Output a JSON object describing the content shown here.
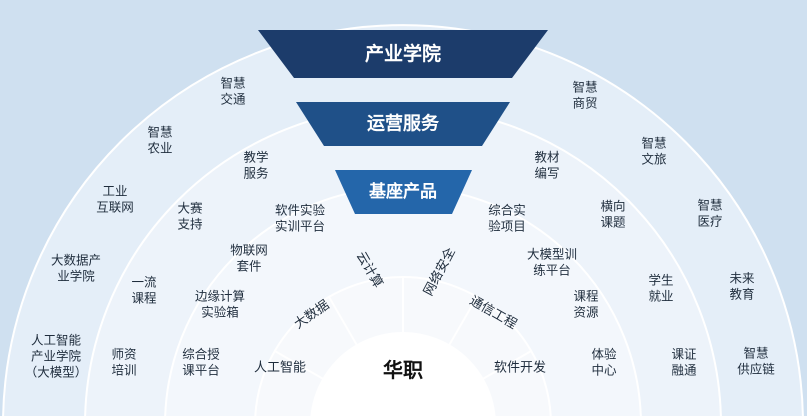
{
  "colors": {
    "background": "#cfe0f0",
    "ring_outer": "#e4eef8",
    "ring_middle": "#edf3fa",
    "ring_inner": "#f3f7fc",
    "core": "#ffffff",
    "label_text": "#1f2d3d",
    "tier_top": "#1c3c6b",
    "tier_mid": "#1f5088",
    "tier_low": "#2466aa"
  },
  "center": {
    "label": "华职"
  },
  "tiers": [
    {
      "label": "产业学院"
    },
    {
      "label": "运营服务"
    },
    {
      "label": "基座产品"
    }
  ],
  "inner_items": [
    {
      "label": "人工智能"
    },
    {
      "label": "大数据"
    },
    {
      "label": "云计算"
    },
    {
      "label": "网络安全"
    },
    {
      "label": "通信工程"
    },
    {
      "label": "软件开发"
    }
  ],
  "base_products": [
    {
      "lines": [
        "综合授",
        "课平台"
      ]
    },
    {
      "lines": [
        "边缘计算",
        "实验箱"
      ]
    },
    {
      "lines": [
        "物联网",
        "套件"
      ]
    },
    {
      "lines": [
        "软件实验",
        "实训平台"
      ]
    },
    {
      "lines": [
        "综合实",
        "验项目"
      ]
    },
    {
      "lines": [
        "大模型训",
        "练平台"
      ]
    },
    {
      "lines": [
        "课程",
        "资源"
      ]
    },
    {
      "lines": [
        "体验",
        "中心"
      ]
    }
  ],
  "operation_services": [
    {
      "lines": [
        "师资",
        "培训"
      ]
    },
    {
      "lines": [
        "一流",
        "课程"
      ]
    },
    {
      "lines": [
        "大赛",
        "支持"
      ]
    },
    {
      "lines": [
        "教学",
        "服务"
      ]
    },
    {
      "lines": [
        "教材",
        "编写"
      ]
    },
    {
      "lines": [
        "横向",
        "课题"
      ]
    },
    {
      "lines": [
        "学生",
        "就业"
      ]
    },
    {
      "lines": [
        "课证",
        "融通"
      ]
    }
  ],
  "industry_colleges": [
    {
      "lines": [
        "人工智能",
        "产业学院",
        "（大模型）"
      ]
    },
    {
      "lines": [
        "大数据产",
        "业学院"
      ]
    },
    {
      "lines": [
        "工业",
        "互联网"
      ]
    },
    {
      "lines": [
        "智慧",
        "农业"
      ]
    },
    {
      "lines": [
        "智慧",
        "交通"
      ]
    },
    {
      "lines": [
        "智慧",
        "商贸"
      ]
    },
    {
      "lines": [
        "智慧",
        "文旅"
      ]
    },
    {
      "lines": [
        "智慧",
        "医疗"
      ]
    },
    {
      "lines": [
        "未来",
        "教育"
      ]
    },
    {
      "lines": [
        "智慧",
        "供应链"
      ]
    }
  ]
}
